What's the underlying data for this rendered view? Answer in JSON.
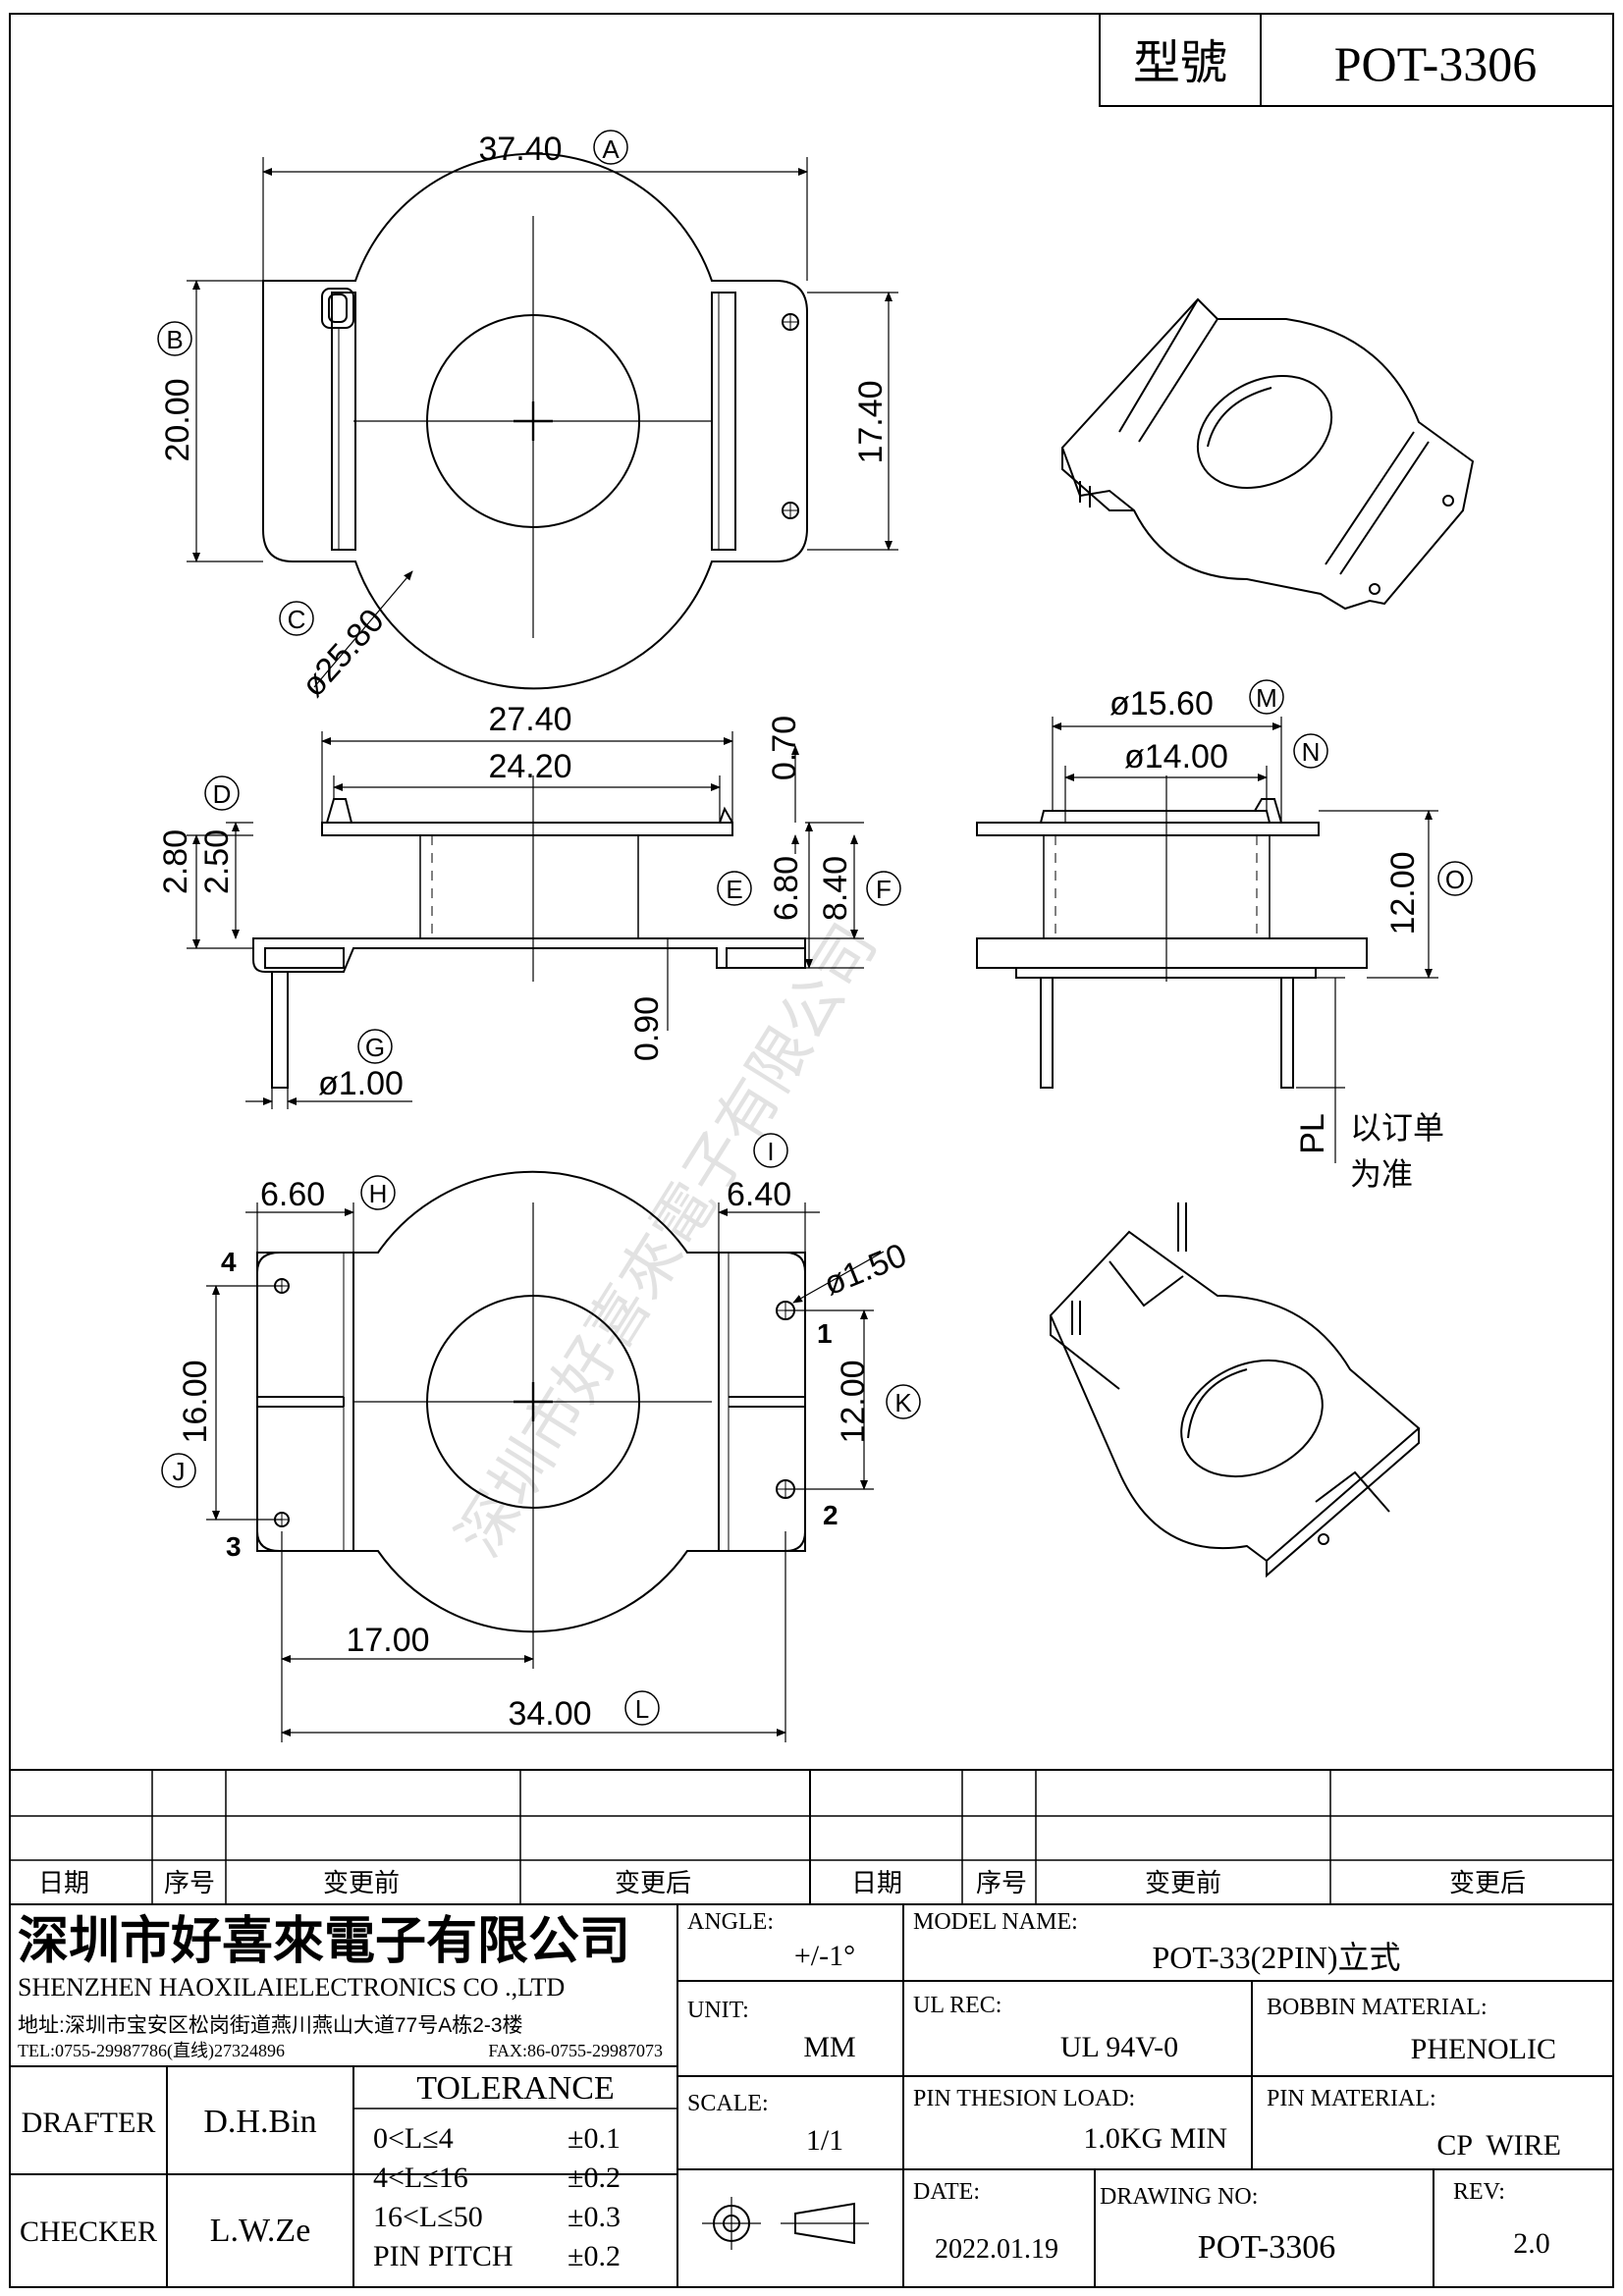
{
  "title_box": {
    "label": "型號",
    "model": "POT-3306"
  },
  "dims": {
    "A": "37.40",
    "B": "20.00",
    "C": "ø25.80",
    "h174": "17.40",
    "d2740": "27.40",
    "d2420": "24.20",
    "d070": "0.70",
    "D1": "2.80",
    "D2": "2.50",
    "E": "6.80",
    "F": "8.40",
    "d090": "0.90",
    "G": "ø1.00",
    "M": "ø15.60",
    "N": "ø14.00",
    "O": "12.00",
    "PL": "PL",
    "PL_note1": "以订单",
    "PL_note2": "为准",
    "H": "6.60",
    "I": "6.40",
    "hole": "ø1.50",
    "J": "16.00",
    "K": "12.00",
    "d1700": "17.00",
    "L": "34.00"
  },
  "callouts": {
    "A": "A",
    "B": "B",
    "C": "C",
    "D": "D",
    "E": "E",
    "F": "F",
    "G": "G",
    "H": "H",
    "I": "I",
    "J": "J",
    "K": "K",
    "L": "L",
    "M": "M",
    "N": "N",
    "O": "O"
  },
  "pins": {
    "p1": "1",
    "p2": "2",
    "p3": "3",
    "p4": "4"
  },
  "watermark": "深圳市好喜來電子有限公司",
  "revision_table": {
    "headers": [
      "日期",
      "序号",
      "变更前",
      "变更后",
      "日期",
      "序号",
      "变更前",
      "变更后"
    ]
  },
  "company": {
    "name_cn": "深圳市好喜來電子有限公司",
    "name_en": "SHENZHEN HAOXILAIELECTRONICS CO .,LTD",
    "address": "地址:深圳市宝安区松岗街道燕川燕山大道77号A栋2-3楼",
    "tel": "TEL:0755-29987786(直线)27324896",
    "fax": "FAX:86-0755-29987073"
  },
  "people": {
    "drafter_label": "DRAFTER",
    "drafter": "D.H.Bin",
    "checker_label": "CHECKER",
    "checker": "L.W.Ze"
  },
  "tolerance": {
    "title": "TOLERANCE",
    "rows": [
      {
        "range": "0<L≤4",
        "value": "±0.1"
      },
      {
        "range": "4<L≤16",
        "value": "±0.2"
      },
      {
        "range": "16<L≤50",
        "value": "±0.3"
      },
      {
        "range": "PIN PITCH",
        "value": "±0.2"
      }
    ]
  },
  "specs": {
    "angle_label": "ANGLE:",
    "angle": "+/-1°",
    "unit_label": "UNIT:",
    "unit": "MM",
    "scale_label": "SCALE:",
    "scale": "1/1",
    "model_name_label": "MODEL NAME:",
    "model_name": "POT-33(2PIN)立式",
    "ul_label": "UL REC:",
    "ul": "UL 94V-0",
    "bobbin_label": "BOBBIN MATERIAL:",
    "bobbin": "PHENOLIC",
    "pin_load_label": "PIN THESION LOAD:",
    "pin_load": "1.0KG MIN",
    "pin_mat_label": "PIN MATERIAL:",
    "pin_mat": "CP  WIRE",
    "date_label": "DATE:",
    "date": "2022.01.19",
    "drawing_no_label": "DRAWING NO:",
    "drawing_no": "POT-3306",
    "rev_label": "REV:",
    "rev": "2.0"
  }
}
